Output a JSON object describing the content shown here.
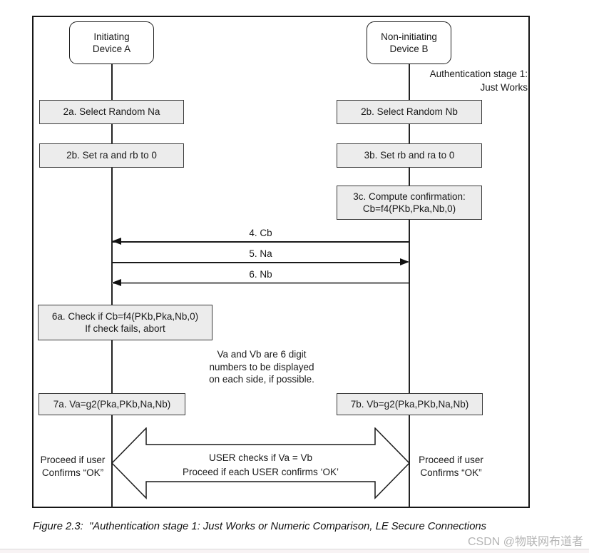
{
  "colors": {
    "box_fill": "#ececec",
    "line": "#1a1a1a",
    "gray_message_line": "#8f8f8f",
    "watermark_gray": "#b5b5b5",
    "background": "#ffffff"
  },
  "devices": {
    "a": {
      "line1": "Initiating",
      "line2": "Device A"
    },
    "b": {
      "line1": "Non-initiating",
      "line2": "Device B"
    }
  },
  "stage_note": {
    "line1": "Authentication stage 1:",
    "line2": "Just Works"
  },
  "steps": {
    "a2a": "2a. Select Random Na",
    "b2b": "2b. Select Random Nb",
    "a2b": "2b. Set ra and rb to 0",
    "b3b": "3b. Set rb and ra to 0",
    "b3c_line1": "3c. Compute confirmation:",
    "b3c_line2": "Cb=f4(PKb,Pka,Nb,0)",
    "a6a_line1": "6a. Check if Cb=f4(PKb,Pka,Nb,0)",
    "a6a_line2": "If check fails, abort",
    "a7a": "7a. Va=g2(Pka,PKb,Na,Nb)",
    "b7b": "7b. Vb=g2(Pka,PKb,Na,Nb)"
  },
  "messages": {
    "m4": "4. Cb",
    "m5": "5. Na",
    "m6": "6. Nb"
  },
  "note": {
    "line1": "Va and Vb are 6 digit",
    "line2": "numbers to be displayed",
    "line3": "on each side, if possible."
  },
  "user_check": {
    "line1": "USER checks if Va = Vb",
    "line2": "Proceed if each USER confirms ‘OK’"
  },
  "proceed_left": {
    "line1": "Proceed if user",
    "line2": "Confirms “OK”"
  },
  "proceed_right": {
    "line1": "Proceed if user",
    "line2": "Confirms “OK”"
  },
  "caption": "Figure 2.3:  \"Authentication stage 1: Just Works or Numeric Comparison, LE Secure Connections",
  "watermark": "CSDN @物联网布道者"
}
